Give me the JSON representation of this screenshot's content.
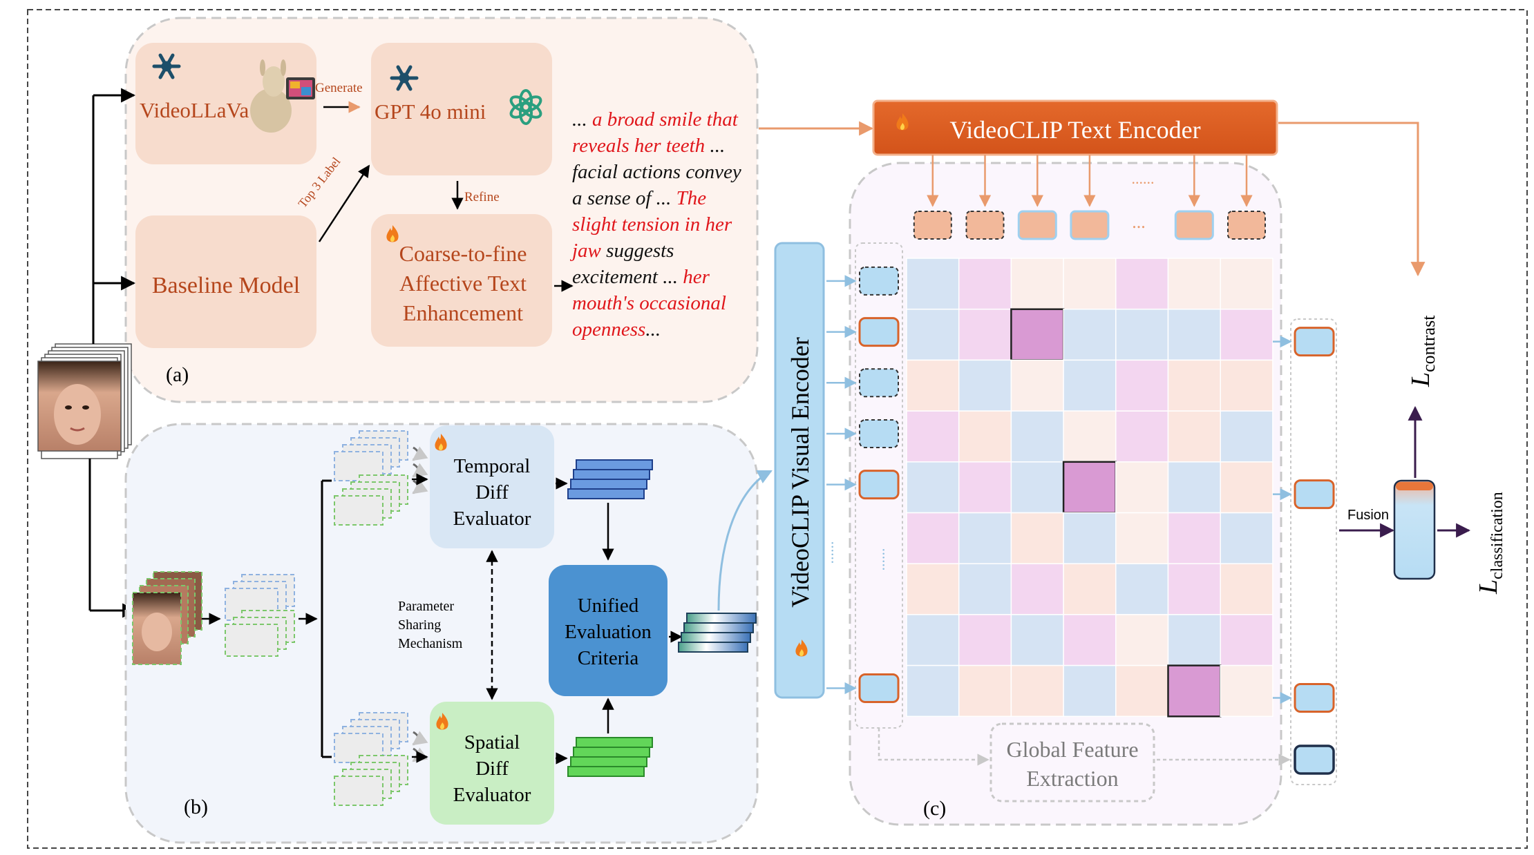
{
  "panel_a": {
    "label": "(a)",
    "videollava": "VideoLLaVa",
    "generate": "Generate",
    "gpt": "GPT 4o mini",
    "top3": "Top 3 Label",
    "refine": "Refine",
    "baseline": "Baseline Model",
    "coarse": [
      "Coarse-to-fine",
      "Affective Text",
      "Enhancement"
    ],
    "text_lines": [
      [
        {
          "t": "... ",
          "red": false
        },
        {
          "t": "a broad smile that",
          "red": true
        }
      ],
      [
        {
          "t": "reveals her teeth",
          "red": true
        },
        {
          "t": " ...",
          "red": false
        }
      ],
      [
        {
          "t": "facial actions convey",
          "red": false
        }
      ],
      [
        {
          "t": "a sense of ... ",
          "red": false
        },
        {
          "t": "The",
          "red": true
        }
      ],
      [
        {
          "t": "slight tension in her",
          "red": true
        }
      ],
      [
        {
          "t": "jaw",
          "red": true
        },
        {
          "t": " suggests",
          "red": false
        }
      ],
      [
        {
          "t": "excitement ... ",
          "red": false
        },
        {
          "t": "her",
          "red": true
        }
      ],
      [
        {
          "t": "mouth's occasional",
          "red": true
        }
      ],
      [
        {
          "t": "openness",
          "red": true
        },
        {
          "t": "...",
          "red": false
        }
      ]
    ]
  },
  "panel_b": {
    "label": "(b)",
    "temporal": [
      "Temporal",
      "Diff",
      "Evaluator"
    ],
    "spatial": [
      "Spatial",
      "Diff",
      "Evaluator"
    ],
    "unified": [
      "Unified",
      "Evaluation",
      "Criteria"
    ],
    "param": [
      "Parameter",
      "Sharing",
      "Mechanism"
    ]
  },
  "panel_c": {
    "label": "(c)",
    "text_encoder": "VideoCLIP Text Encoder",
    "visual_encoder": "VideoCLIP Visual Encoder",
    "dots_top": "......",
    "dots_row": "...",
    "dots_col": "......",
    "global": [
      "Global Feature",
      "Extraction"
    ],
    "fusion": "Fusion",
    "loss_contrast_main": "L",
    "loss_contrast_sub": "contrast",
    "loss_class_main": "L",
    "loss_class_sub": "classification"
  },
  "matrix": {
    "rows": 9,
    "cols": 7,
    "colors": {
      "pink": "#f3d6f0",
      "peach": "#fbe6df",
      "blue": "#d5e3f3",
      "light": "#fbeeea",
      "highlight": "#d99ad3"
    },
    "cells": [
      [
        "blue",
        "pink",
        "light",
        "light",
        "pink",
        "light",
        "light"
      ],
      [
        "blue",
        "pink",
        "highlight",
        "blue",
        "blue",
        "blue",
        "pink"
      ],
      [
        "peach",
        "blue",
        "light",
        "blue",
        "pink",
        "peach",
        "peach"
      ],
      [
        "pink",
        "peach",
        "blue",
        "light",
        "pink",
        "peach",
        "blue"
      ],
      [
        "blue",
        "pink",
        "blue",
        "highlight",
        "light",
        "blue",
        "peach"
      ],
      [
        "pink",
        "blue",
        "peach",
        "blue",
        "light",
        "pink",
        "blue"
      ],
      [
        "peach",
        "blue",
        "pink",
        "peach",
        "blue",
        "pink",
        "peach"
      ],
      [
        "blue",
        "pink",
        "blue",
        "pink",
        "light",
        "blue",
        "pink"
      ],
      [
        "blue",
        "peach",
        "peach",
        "blue",
        "peach",
        "highlight",
        "light"
      ]
    ]
  }
}
